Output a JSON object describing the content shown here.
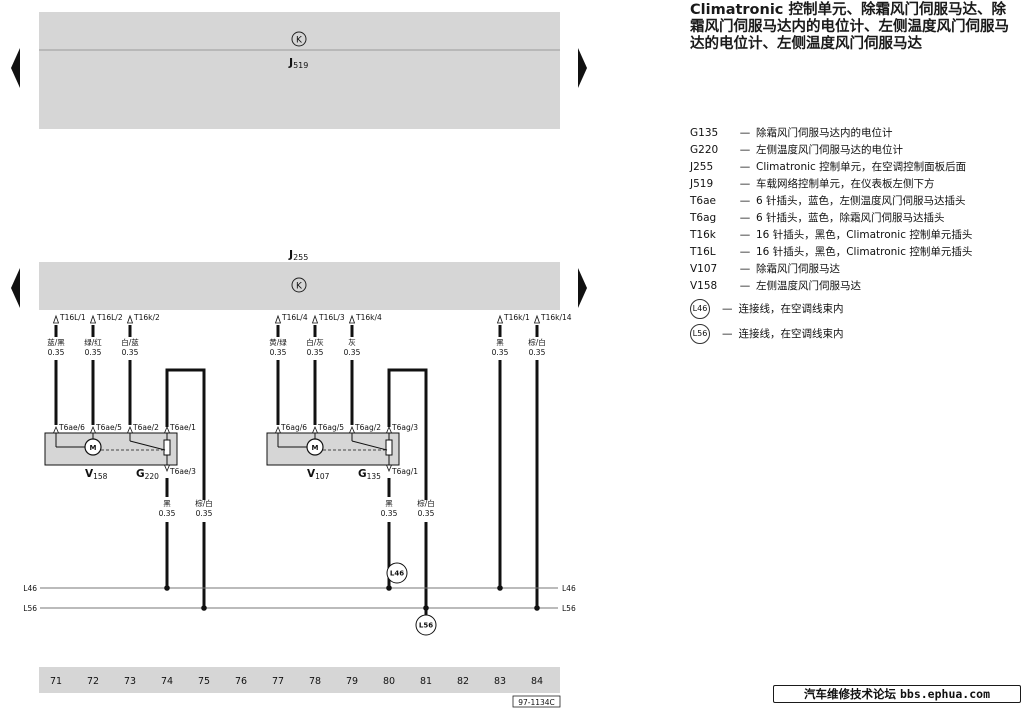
{
  "title": "Climatronic 控制单元、除霜风门伺服马达、除霜风门伺服马达内的电位计、左侧温度风门伺服马达的电位计、左侧温度风门伺服马达",
  "colors": {
    "box": "#d6d6d6",
    "line": "#111111",
    "dash": "#444444"
  },
  "units": {
    "j519": {
      "main": "J",
      "sub": "519",
      "symbol": "K"
    },
    "j255": {
      "main": "J",
      "sub": "255",
      "symbol": "K"
    }
  },
  "pins": [
    {
      "label": "T16L/1",
      "color": "蓝/黑",
      "size": "0.35"
    },
    {
      "label": "T16L/2",
      "color": "绿/红",
      "size": "0.35"
    },
    {
      "label": "T16k/2",
      "color": "白/蓝",
      "size": "0.35"
    },
    {
      "label": "T16L/4",
      "color": "黄/绿",
      "size": "0.35"
    },
    {
      "label": "T16L/3",
      "color": "白/灰",
      "size": "0.35"
    },
    {
      "label": "T16k/4",
      "color": "灰",
      "size": "0.35"
    },
    {
      "label": "T16k/1",
      "color": "黑",
      "size": "0.35"
    },
    {
      "label": "T16k/14",
      "color": "棕/白",
      "size": "0.35"
    }
  ],
  "motors": [
    {
      "motor": {
        "main": "V",
        "sub": "158"
      },
      "pot": {
        "main": "G",
        "sub": "220"
      },
      "pins_top": [
        "T6ae/6",
        "T6ae/5",
        "T6ae/2",
        "T6ae/1"
      ],
      "pin_bottom": "T6ae/3",
      "wires_below": [
        {
          "color": "黑",
          "size": "0.35"
        },
        {
          "color": "棕/白",
          "size": "0.35"
        }
      ]
    },
    {
      "motor": {
        "main": "V",
        "sub": "107"
      },
      "pot": {
        "main": "G",
        "sub": "135"
      },
      "pins_top": [
        "T6ag/6",
        "T6ag/5",
        "T6ag/2",
        "T6ag/3"
      ],
      "pin_bottom": "T6ag/1",
      "wires_below": [
        {
          "color": "黑",
          "size": "0.35"
        },
        {
          "color": "棕/白",
          "size": "0.35"
        }
      ]
    }
  ],
  "motor_symbol": "M",
  "buses": [
    {
      "name": "L46",
      "connector": "L46"
    },
    {
      "name": "L56",
      "connector": "L56"
    }
  ],
  "tracks": [
    "71",
    "72",
    "73",
    "74",
    "75",
    "76",
    "77",
    "78",
    "79",
    "80",
    "81",
    "82",
    "83",
    "84"
  ],
  "figure_id": "97-1134C",
  "legend": [
    {
      "code": "G135",
      "desc": "除霜风门伺服马达内的电位计"
    },
    {
      "code": "G220",
      "desc": "左侧温度风门伺服马达的电位计"
    },
    {
      "code": "J255",
      "desc": "Climatronic 控制单元，在空调控制面板后面"
    },
    {
      "code": "J519",
      "desc": "车载网络控制单元，在仪表板左侧下方"
    },
    {
      "code": "T6ae",
      "desc": "6 针插头，蓝色，左侧温度风门伺服马达插头"
    },
    {
      "code": "T6ag",
      "desc": "6 针插头，蓝色，除霜风门伺服马达插头"
    },
    {
      "code": "T16k",
      "desc": "16 针插头，黑色，Climatronic 控制单元插头"
    },
    {
      "code": "T16L",
      "desc": "16 针插头，黑色，Climatronic 控制单元插头"
    },
    {
      "code": "V107",
      "desc": "除霜风门伺服马达"
    },
    {
      "code": "V158",
      "desc": "左侧温度风门伺服马达"
    }
  ],
  "legend_connectors": [
    {
      "symbol": "L46",
      "desc": "连接线，在空调线束内"
    },
    {
      "symbol": "L56",
      "desc": "连接线，在空调线束内"
    }
  ],
  "watermark": {
    "text": "汽车维修技术论坛",
    "domain": "bbs.ephua.com"
  }
}
